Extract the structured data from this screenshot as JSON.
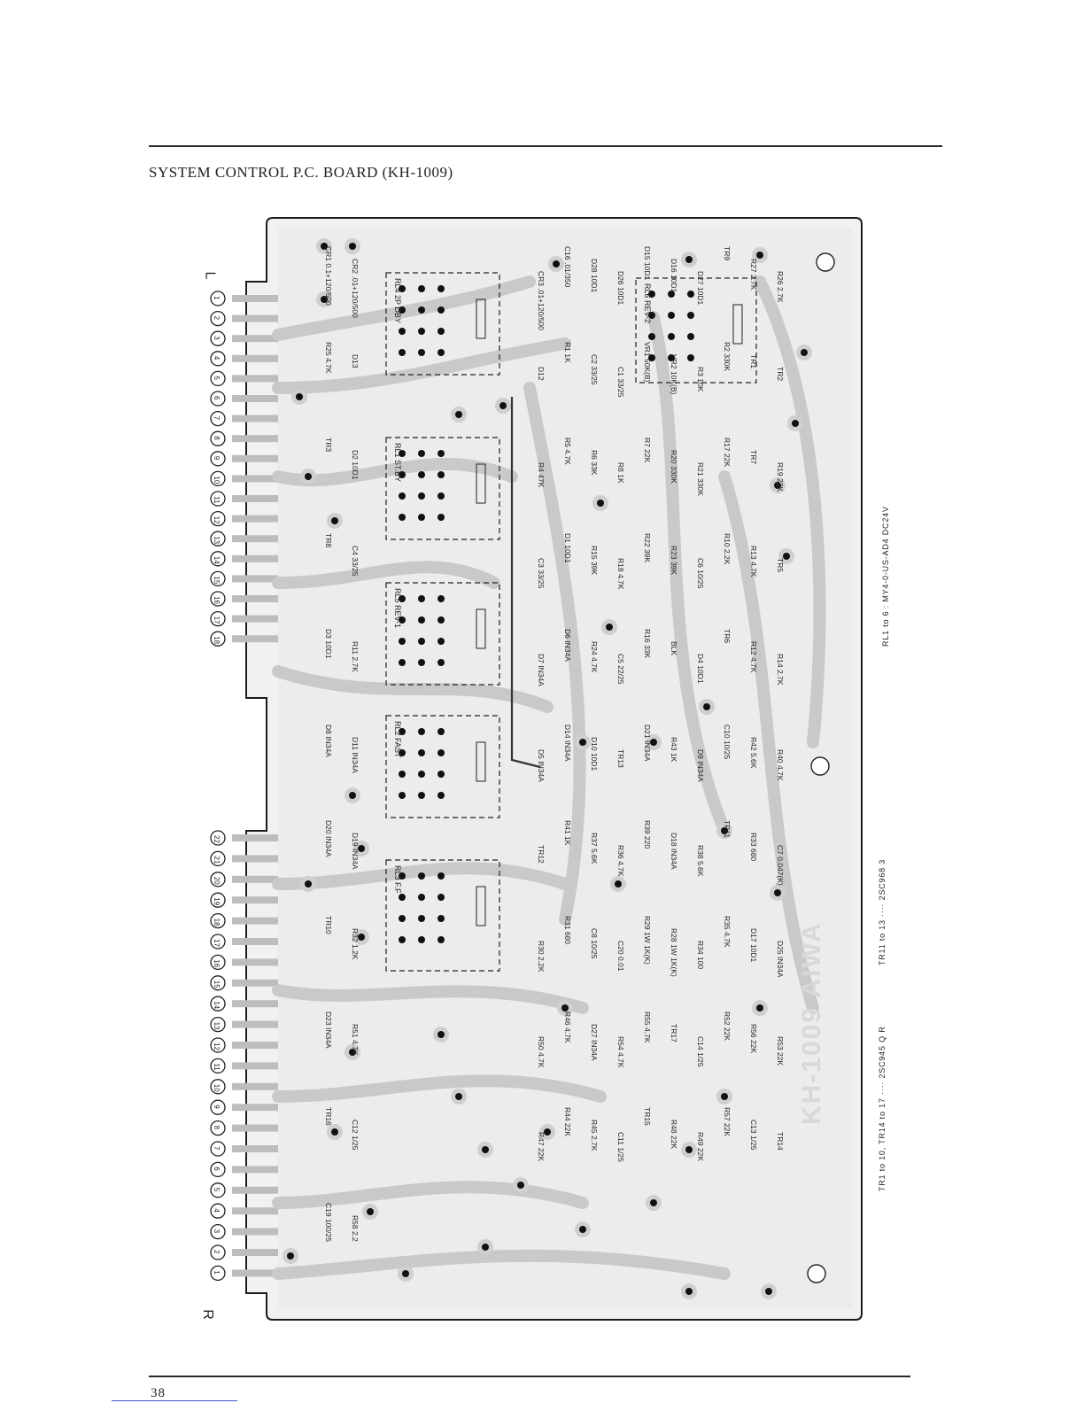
{
  "page": {
    "title": "SYSTEM CONTROL P.C. BOARD (KH-1009)",
    "page_number": "38"
  },
  "board": {
    "edge_label_left": "L",
    "edge_label_right": "R",
    "watermark": "KH-1009 AIWA",
    "notes": {
      "relay": "RL1 to 6 : MY4-0-US-AD4 DC24V",
      "transistors_a": "TR1 to 10, TR14 to 17 ···· 2SC945 Q R",
      "transistors_b": "TR11 to 13 ···· 2SC968 3"
    },
    "connector_top": [
      "1",
      "2",
      "3",
      "4",
      "5",
      "6",
      "7",
      "8",
      "9",
      "10",
      "11",
      "12",
      "13",
      "14",
      "15",
      "16",
      "17",
      "18"
    ],
    "connector_bottom": [
      "22",
      "21",
      "20",
      "19",
      "18",
      "17",
      "16",
      "15",
      "14",
      "13",
      "12",
      "11",
      "10",
      "9",
      "8",
      "7",
      "6",
      "5",
      "4",
      "3",
      "2",
      "1"
    ],
    "relays": [
      {
        "label": "RL4 2P DBY"
      },
      {
        "label": "RL1 ST.BY"
      },
      {
        "label": "RL5 REV-1"
      },
      {
        "label": "RL2 FAST"
      },
      {
        "label": "RL3 F.F"
      },
      {
        "label": "RL6 REV-2"
      }
    ],
    "components": [
      "CR1 0.1+120/500",
      "CR2 .01+120/500",
      "CR3 .01+120/500",
      "C16 .01/350",
      "D28 10D1",
      "D26 10D1",
      "D15 10D1",
      "D16 10D1",
      "D27 10D1",
      "TR9",
      "R27 2.7K",
      "R26 2.7K",
      "R25 4.7K",
      "D13",
      "D12",
      "R1 1K",
      "C2 33/25",
      "C1 33/25",
      "VR1 50K(B)",
      "VR2 10K(B)",
      "R3 10K",
      "R2 330K",
      "TR1",
      "TR2",
      "TR3",
      "D2 10D1",
      "R4 47K",
      "R5 4.7K",
      "R6 33K",
      "R8 1K",
      "R7 22K",
      "R20 330K",
      "R21 330K",
      "R17 22K",
      "TR7",
      "R19 22K",
      "TR8",
      "C4 33/25",
      "C3 33/25",
      "D1 10D1",
      "R15 39K",
      "R18 4.7K",
      "R22 39K",
      "R23 39K",
      "C6 10/25",
      "R10 2.2K",
      "R13 4.7K",
      "TR5",
      "D3 10D1",
      "R11 2.7K",
      "D7 IN34A",
      "D6 IN34A",
      "R24 4.7K",
      "C5 22/25",
      "R16 33K",
      "BLK",
      "D4 10D1",
      "TR6",
      "R12 4.7K",
      "R14 2.7K",
      "D8 IN34A",
      "D11 IN34A",
      "D5 IN34A",
      "D14 IN34A",
      "D10 10D1",
      "TR13",
      "D21 IN34A",
      "R43 1K",
      "D9 IN34A",
      "C10 10/25",
      "R42 5.6K",
      "R40 4.7K",
      "D20 IN34A",
      "D19 IN34A",
      "TR12",
      "R41 1K",
      "R37 5.6K",
      "R36 4.7K",
      "R39 220",
      "D18 IN34A",
      "R38 5.6K",
      "TR11",
      "R33 680",
      "C7 0.047(K)",
      "TR10",
      "R32 1.2K",
      "R30 2.2K",
      "R31 680",
      "C8 10/25",
      "C20 0.01",
      "R29 1W 1K(K)",
      "R28 1W 1K(K)",
      "R34 100",
      "R35 4.7K",
      "D17 10D1",
      "D25 IN34A",
      "D23 IN34A",
      "R51 4.7K",
      "R50 4.7K",
      "R46 4.7K",
      "D27 IN34A",
      "R54 4.7K",
      "R55 4.7K",
      "TR17",
      "C14 1/25",
      "R52 22K",
      "R56 22K",
      "R53 22K",
      "TR16",
      "C12 1/25",
      "R47 22K",
      "R44 22K",
      "R45 2.7K",
      "C11 1/25",
      "TR15",
      "R48 22K",
      "R49 22K",
      "R57 22K",
      "C13 1/25",
      "TR14",
      "C19 100/25",
      "R58 2.2"
    ]
  }
}
